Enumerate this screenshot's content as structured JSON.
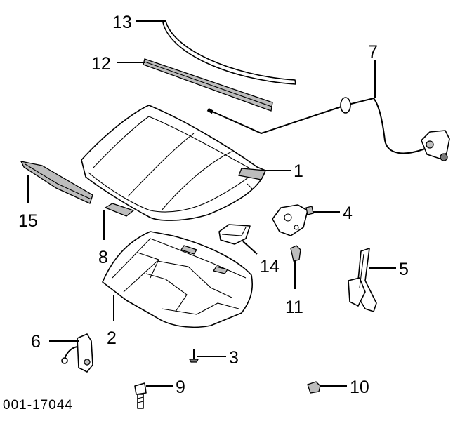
{
  "diagram": {
    "callouts": [
      {
        "id": "1",
        "label": "1"
      },
      {
        "id": "2",
        "label": "2"
      },
      {
        "id": "3",
        "label": "3"
      },
      {
        "id": "4",
        "label": "4"
      },
      {
        "id": "5",
        "label": "5"
      },
      {
        "id": "6",
        "label": "6"
      },
      {
        "id": "7",
        "label": "7"
      },
      {
        "id": "8",
        "label": "8"
      },
      {
        "id": "9",
        "label": "9"
      },
      {
        "id": "10",
        "label": "10"
      },
      {
        "id": "11",
        "label": "11"
      },
      {
        "id": "12",
        "label": "12"
      },
      {
        "id": "13",
        "label": "13"
      },
      {
        "id": "14",
        "label": "14"
      },
      {
        "id": "15",
        "label": "15"
      }
    ],
    "figure_code": "001-17044"
  }
}
